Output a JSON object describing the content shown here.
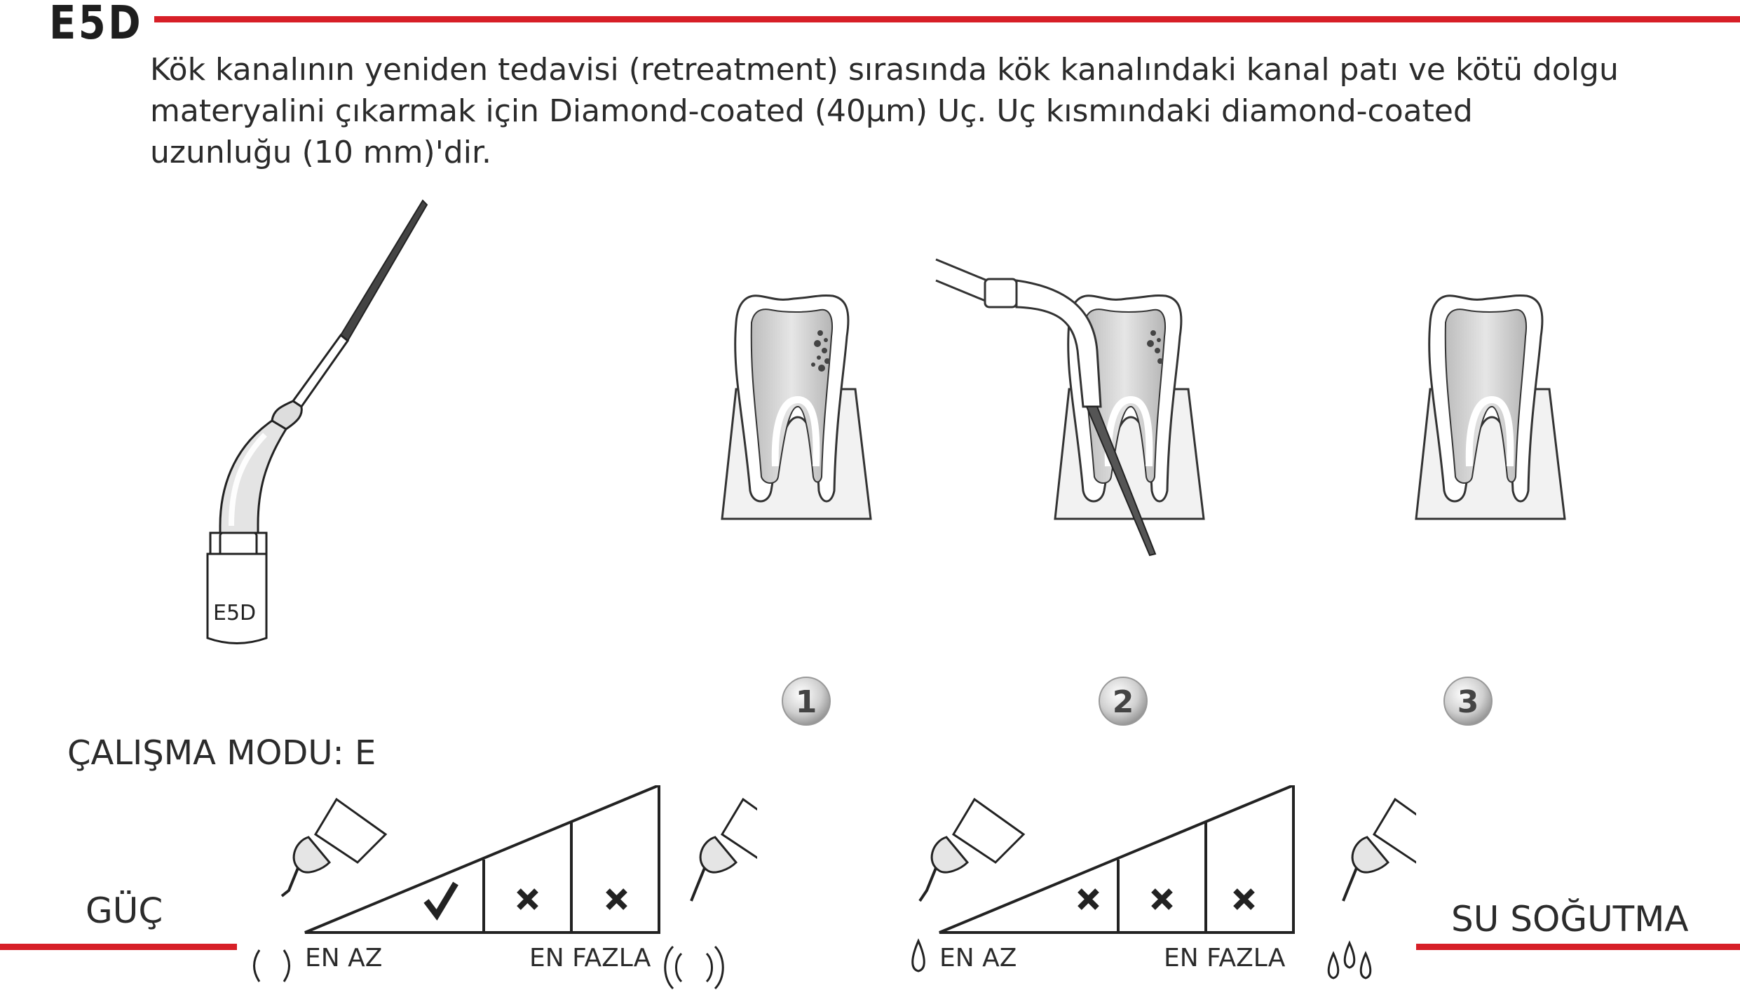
{
  "header": {
    "code": "E5D",
    "accent_color": "#d71f27"
  },
  "description": {
    "lines": [
      "Kök kanalının yeniden tedavisi (retreatment) sırasında kök kanalındaki kanal patı ve kötü dolgu",
      "materyalini çıkarmak için Diamond-coated (40μm) Uç. Uç kısmındaki diamond-coated",
      "uzunluğu (10 mm)'dir."
    ]
  },
  "tip_illustration": {
    "label": "E5D"
  },
  "steps": [
    "1",
    "2",
    "3"
  ],
  "mode": {
    "label": "ÇALIŞMA MODU: E"
  },
  "power": {
    "label": "GÜÇ",
    "min_label": "EN AZ",
    "max_label": "EN FAZLA",
    "levels": [
      "check",
      "cross",
      "cross"
    ]
  },
  "water": {
    "label": "SU SOĞUTMA",
    "min_label": "EN AZ",
    "max_label": "EN FAZLA",
    "levels": [
      "cross",
      "cross",
      "cross"
    ]
  }
}
